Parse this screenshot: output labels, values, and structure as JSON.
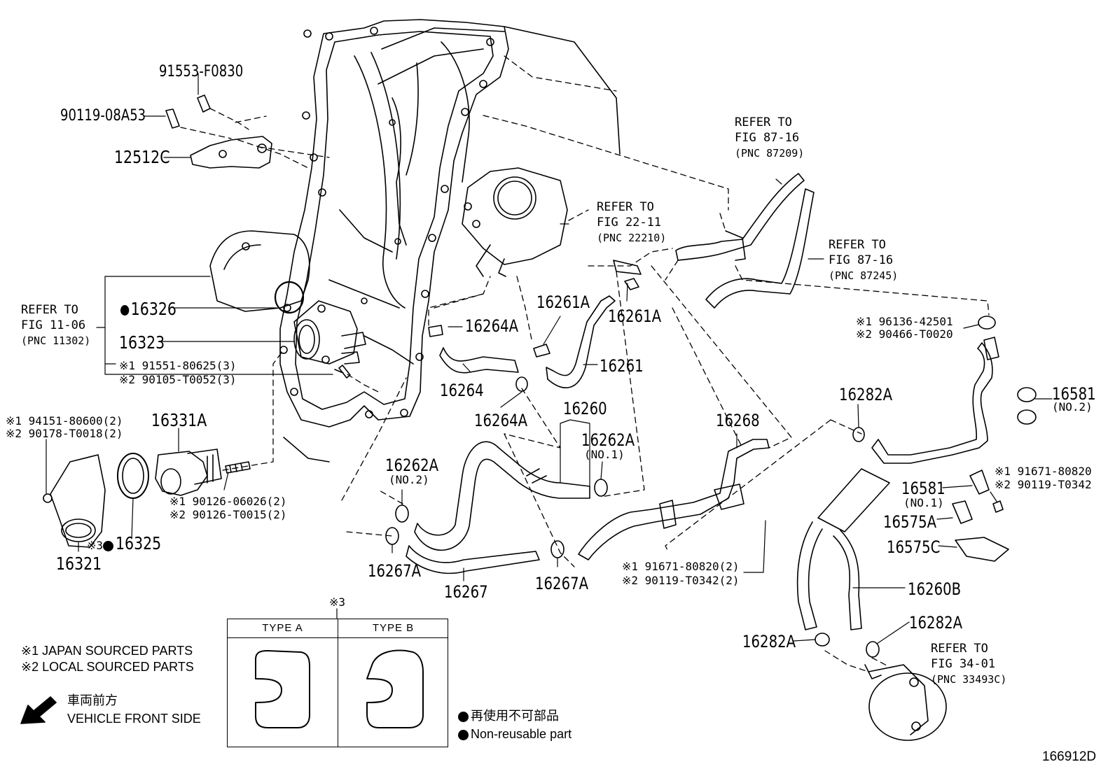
{
  "diagram_id": "166912D",
  "part_labels": [
    {
      "id": "p-91553-F0830",
      "text": "91553-F0830"
    },
    {
      "id": "p-90119-08A53",
      "text": "90119-08A53"
    },
    {
      "id": "p-12512C",
      "text": "12512C"
    },
    {
      "id": "p-16326",
      "text": "16326"
    },
    {
      "id": "p-16323",
      "text": "16323"
    },
    {
      "id": "p-16331A",
      "text": "16331A"
    },
    {
      "id": "p-16321",
      "text": "16321"
    },
    {
      "id": "p-16325",
      "text": "16325"
    },
    {
      "id": "p-16264A-top",
      "text": "16264A"
    },
    {
      "id": "p-16264",
      "text": "16264"
    },
    {
      "id": "p-16264A-bot",
      "text": "16264A"
    },
    {
      "id": "p-16261A-left",
      "text": "16261A"
    },
    {
      "id": "p-16261A-right",
      "text": "16261A"
    },
    {
      "id": "p-16261",
      "text": "16261"
    },
    {
      "id": "p-16260",
      "text": "16260"
    },
    {
      "id": "p-16262A-no1",
      "text": "16262A"
    },
    {
      "id": "p-16262A-no2",
      "text": "16262A"
    },
    {
      "id": "p-16267A-left",
      "text": "16267A"
    },
    {
      "id": "p-16267",
      "text": "16267"
    },
    {
      "id": "p-16267A-right",
      "text": "16267A"
    },
    {
      "id": "p-16268",
      "text": "16268"
    },
    {
      "id": "p-16282A-top",
      "text": "16282A"
    },
    {
      "id": "p-16581-no2",
      "text": "16581"
    },
    {
      "id": "p-16581-no1",
      "text": "16581"
    },
    {
      "id": "p-16575A",
      "text": "16575A"
    },
    {
      "id": "p-16575C",
      "text": "16575C"
    },
    {
      "id": "p-16260B",
      "text": "16260B"
    },
    {
      "id": "p-16282A-right",
      "text": "16282A"
    },
    {
      "id": "p-16282A-left",
      "text": "16282A"
    }
  ],
  "sub_labels": {
    "no1_a": "(NO.1)",
    "no2_a": "(NO.2)",
    "no1_b": "(NO.1)",
    "no2_b": "(NO.2)"
  },
  "small_labels": {
    "m1_91551": "※1 91551-80625(3)",
    "m2_90105": "※2 90105-T0052(3)",
    "m1_94151": "※1 94151-80600(2)",
    "m2_90178": "※2 90178-T0018(2)",
    "m1_90126": "※1 90126-06026(2)",
    "m2_90126": "※2 90126-T0015(2)",
    "m1_96136": "※1 96136-42501",
    "m2_90466": "※2 90466-T0020",
    "m1_91671_r": "※1 91671-80820",
    "m2_90119_r": "※2 90119-T0342",
    "m1_91671_b": "※1 91671-80820(2)",
    "m2_90119_b": "※2 90119-T0342(2)",
    "m3_16325": "※3"
  },
  "refer_blocks": [
    {
      "id": "ref-fig-11-06",
      "line1": "REFER TO",
      "line2": "FIG 11-06",
      "pnc": "(PNC 11302)"
    },
    {
      "id": "ref-fig-22-11",
      "line1": "REFER TO",
      "line2": "FIG 22-11",
      "pnc": "(PNC 22210)"
    },
    {
      "id": "ref-fig-87-16-a",
      "line1": "REFER TO",
      "line2": "FIG 87-16",
      "pnc": "(PNC 87209)"
    },
    {
      "id": "ref-fig-87-16-b",
      "line1": "REFER TO",
      "line2": "FIG 87-16",
      "pnc": "(PNC 87245)"
    },
    {
      "id": "ref-fig-34-01",
      "line1": "REFER TO",
      "line2": "FIG 34-01",
      "pnc": "(PNC 33493C)"
    }
  ],
  "notes": {
    "japan": "※1 JAPAN SOURCED PARTS",
    "local": "※2 LOCAL SOURCED PARTS",
    "front_jp": "車両前方",
    "front_en": "VEHICLE FRONT SIDE",
    "nonreuse_jp": "再使用不可部品",
    "nonreuse_en": "Non-reusable part"
  },
  "type_table": {
    "marker": "※3",
    "type_a": "TYPE A",
    "type_b": "TYPE B"
  }
}
